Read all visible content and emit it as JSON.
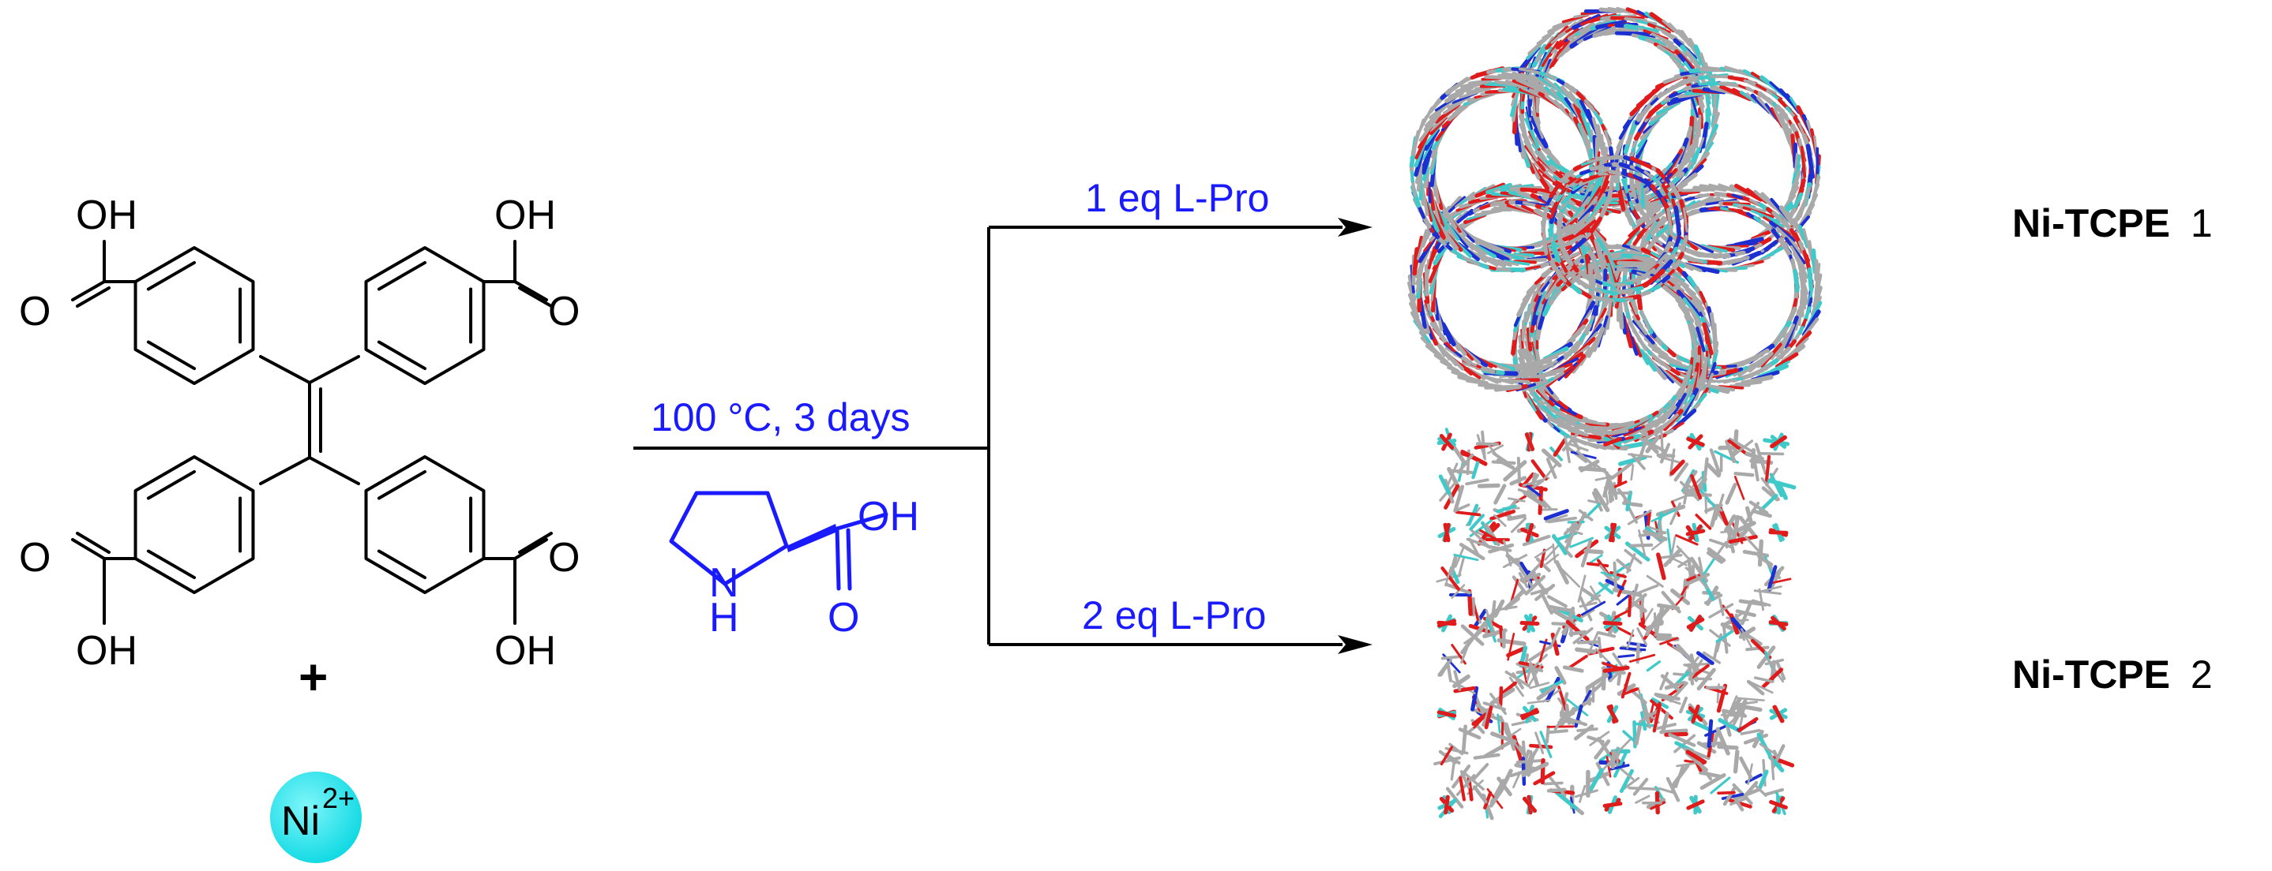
{
  "reactant": {
    "labels": {
      "oh_top_left": "OH",
      "o_top_left": "O",
      "oh_top_right": "OH",
      "o_top_right": "O",
      "o_bottom_left": "O",
      "oh_bottom_left": "OH",
      "o_bottom_right": "O",
      "oh_bottom_right": "OH"
    },
    "plus": "+",
    "metal": {
      "symbol": "Ni",
      "charge": "2+",
      "color": "#19e6ee"
    }
  },
  "conditions": {
    "temperature": "100 °C, 3 days",
    "reagent_labels": {
      "oh": "OH",
      "o": "O",
      "n": "N",
      "h": "H"
    }
  },
  "paths": [
    {
      "label": "1 eq L-Pro",
      "product_bold": "Ni-TCPE",
      "product_num": "1"
    },
    {
      "label": "2 eq L-Pro",
      "product_bold": "Ni-TCPE",
      "product_num": "2"
    }
  ],
  "colors": {
    "text": "#000000",
    "accent": "#1a1aff",
    "carbon": "#3fc9c9",
    "oxygen": "#e01b1b",
    "nitrogen": "#1c2fd0"
  }
}
